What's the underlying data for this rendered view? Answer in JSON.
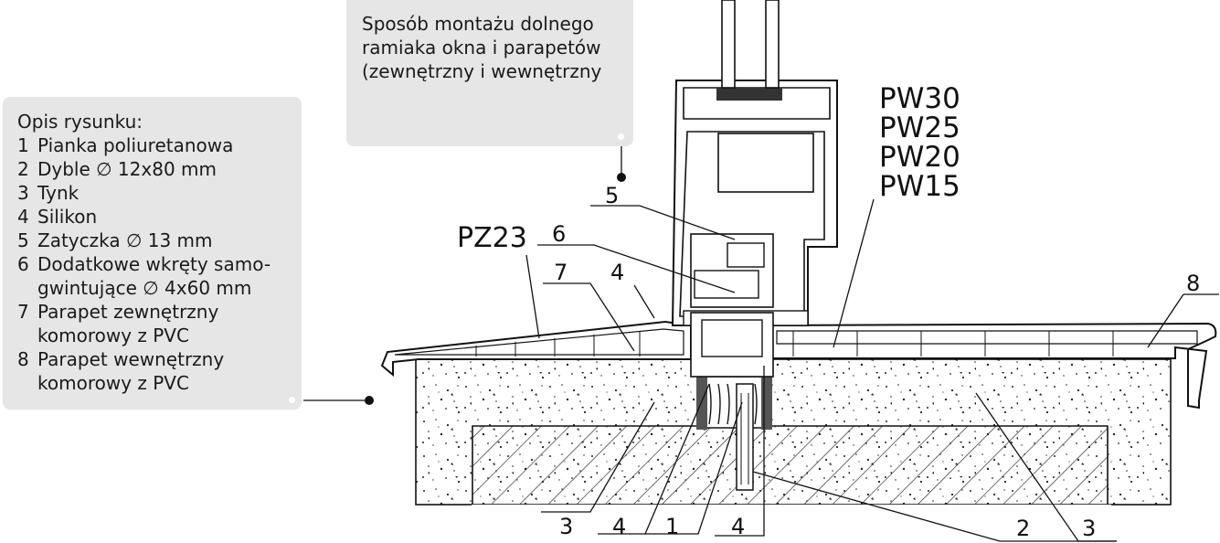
{
  "legend": {
    "title": "Opis rysunku:",
    "items": [
      {
        "num": "1",
        "text": "Pianka poliuretanowa"
      },
      {
        "num": "2",
        "text": "Dyble ∅ 12x80 mm"
      },
      {
        "num": "3",
        "text": "Tynk"
      },
      {
        "num": "4",
        "text": "Silikon"
      },
      {
        "num": "5",
        "text": "Zatyczka ∅ 13 mm"
      },
      {
        "num": "6",
        "text": "Dodatkowe wkręty samo-",
        "cont": "gwintujące ∅ 4x60 mm"
      },
      {
        "num": "7",
        "text": "Parapet zewnętrzny",
        "cont": "komorowy z PVC"
      },
      {
        "num": "8",
        "text": "Parapet wewnętrzny",
        "cont": "komorowy z PVC"
      }
    ]
  },
  "caption": {
    "lines": [
      "Sposób montażu dolnego",
      "ramiaka okna i parapetów",
      "(zewnętrzny i wewnętrzny"
    ]
  },
  "drawing": {
    "product_codes": [
      "PW30",
      "PW25",
      "PW20",
      "PW15"
    ],
    "pz_label": "PZ23",
    "callouts": {
      "c5": "5",
      "c6": "6",
      "c7": "7",
      "c4_top": "4",
      "c8": "8",
      "c3_left": "3",
      "c4_bl": "4",
      "c1": "1",
      "c4_br": "4",
      "c2": "2",
      "c3_right": "3"
    }
  }
}
